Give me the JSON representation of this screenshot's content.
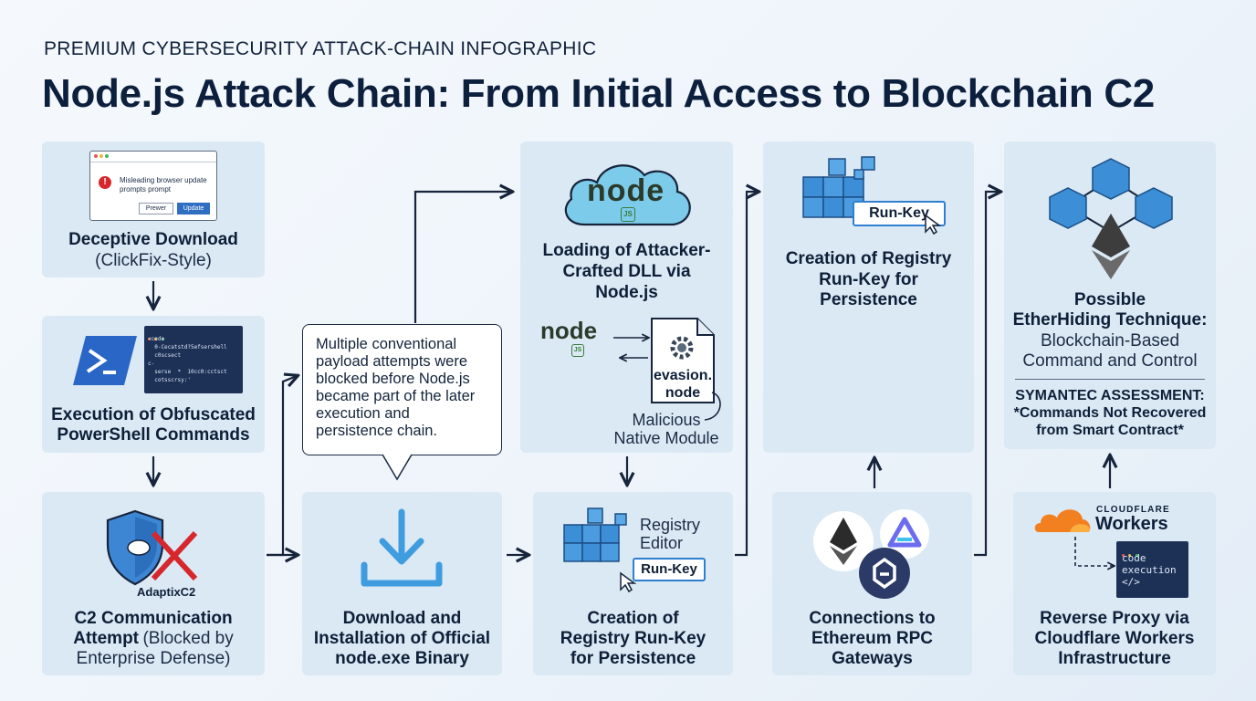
{
  "header": {
    "kicker": "PREMIUM CYBERSECURITY ATTACK-CHAIN INFOGRAPHIC",
    "title": "Node.js Attack Chain: From Initial Access to Blockchain C2"
  },
  "steps": {
    "deceptive": {
      "title": "Deceptive Download",
      "subtitle": "(ClickFix-Style)",
      "popup_text_1": "Misleading browser update",
      "popup_text_2": "prompts prompt",
      "btn_secondary": "Prewer",
      "btn_primary": "Update"
    },
    "powershell": {
      "title_1": "Execution of Obfuscated",
      "title_2": "PowerShell Commands",
      "code_lines": [
        "<code",
        "  0-Cecatstd?5efsershell",
        "  c0scsect",
        "c-",
        "  serse  *  10cc0:cctsct",
        "  cotsscrsy:'"
      ]
    },
    "c2": {
      "shield_label": "AdaptixC2",
      "title_b1": "C2 Communication",
      "title_b2": "Attempt",
      "title_r2": "(Blocked by",
      "title_r3": "Enterprise Defense)"
    },
    "callout": {
      "text": "Multiple conventional payload attempts were blocked before Node.js became part of the later execution and persistence chain."
    },
    "download": {
      "title_1": "Download and",
      "title_2": "Installation of Official",
      "title_3": "node.exe Binary"
    },
    "dll": {
      "logo_text": "node",
      "logo_badge": "JS",
      "title_1": "Loading of Attacker-",
      "title_2": "Crafted DLL via",
      "title_3": "Node.js",
      "file_1": "evasion.",
      "file_2": "node",
      "module_1": "Malicious",
      "module_2": "Native Module"
    },
    "registry_low": {
      "editor_1": "Registry",
      "editor_2": "Editor",
      "runkey": "Run-Key",
      "title_1": "Creation of",
      "title_2": "Registry Run-Key",
      "title_3": "for Persistence"
    },
    "registry_high": {
      "runkey": "Run-Key",
      "title_1": "Creation of Registry",
      "title_2": "Run-Key for",
      "title_3": "Persistence"
    },
    "ethereum": {
      "title_1": "Connections to",
      "title_2": "Ethereum RPC",
      "title_3": "Gateways"
    },
    "etherhiding": {
      "title_1": "Possible",
      "title_2": "EtherHiding Technique:",
      "sub_1": "Blockchain-Based",
      "sub_2": "Command and Control",
      "assess_1": "SYMANTEC ASSESSMENT:",
      "assess_2": "*Commands Not Recovered",
      "assess_3": "from Smart Contract*"
    },
    "cloudflare": {
      "brand": "CLOUDFLARE",
      "product": "Workers",
      "code_1": "code",
      "code_2": "execution",
      "code_3": "</>",
      "title_1": "Reverse Proxy via",
      "title_2": "Cloudflare Workers",
      "title_3": "Infrastructure"
    }
  },
  "colors": {
    "card": "#dbe9f5",
    "ink": "#0e1f38",
    "accent": "#2f7fd0",
    "cube": "#3c8fd6",
    "danger": "#d6282c"
  }
}
